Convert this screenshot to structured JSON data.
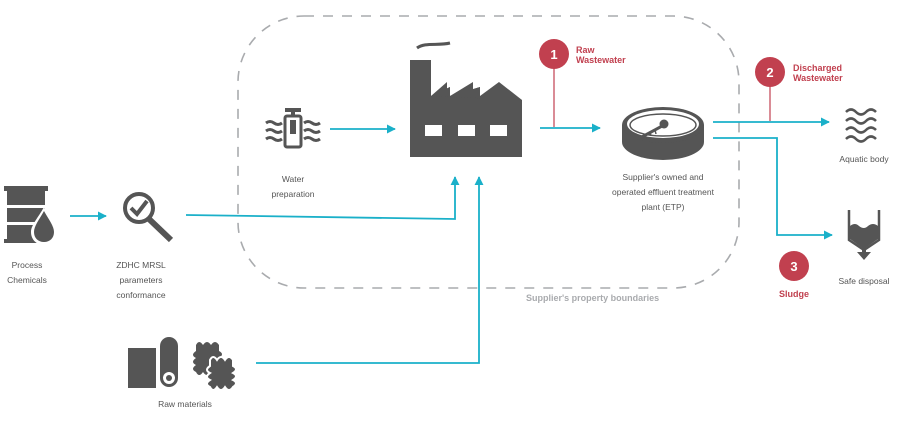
{
  "diagram": {
    "colors": {
      "icon": "#555555",
      "flow": "#1ab0c9",
      "marker": "#c1404f",
      "boundary": "#a9abae",
      "label": "#555555"
    },
    "boundary_label": "Supplier's property boundaries",
    "nodes": {
      "process_chemicals": {
        "icon": "chemical-barrel-drop-icon",
        "lines": [
          "Process",
          "Chemicals"
        ]
      },
      "zdhc": {
        "icon": "magnifier-check-icon",
        "lines": [
          "ZDHC MRSL",
          "parameters",
          "conformance"
        ]
      },
      "water_prep": {
        "icon": "water-pump-icon",
        "lines": [
          "Water",
          "preparation"
        ]
      },
      "factory": {
        "icon": "factory-icon"
      },
      "etp": {
        "icon": "treatment-tank-icon",
        "lines": [
          "Supplier's owned and",
          "operated effluent treatment",
          "plant (ETP)"
        ]
      },
      "aquatic": {
        "icon": "waves-icon",
        "lines": [
          "Aquatic body"
        ]
      },
      "disposal": {
        "icon": "disposal-container-icon",
        "lines": [
          "Safe disposal"
        ]
      },
      "raw_materials": {
        "icon": "fabric-roll-icon",
        "lines": [
          "Raw materials"
        ]
      }
    },
    "markers": [
      {
        "number": "1",
        "label_lines": [
          "Raw",
          "Wastewater"
        ]
      },
      {
        "number": "2",
        "label_lines": [
          "Discharged",
          "Wastewater"
        ]
      },
      {
        "number": "3",
        "label_lines": [
          "Sludge"
        ]
      }
    ],
    "flows": [
      {
        "from": "Process Chemicals",
        "to": "ZDHC MRSL parameters conformance"
      },
      {
        "from": "ZDHC MRSL parameters conformance",
        "to": "Factory"
      },
      {
        "from": "Water preparation",
        "to": "Factory"
      },
      {
        "from": "Raw materials",
        "to": "Factory"
      },
      {
        "from": "Factory",
        "to": "Supplier's owned and operated effluent treatment plant (ETP)"
      },
      {
        "from": "Supplier's owned and operated effluent treatment plant (ETP)",
        "to": "Aquatic body"
      },
      {
        "from": "Supplier's owned and operated effluent treatment plant (ETP)",
        "to": "Safe disposal"
      }
    ]
  }
}
